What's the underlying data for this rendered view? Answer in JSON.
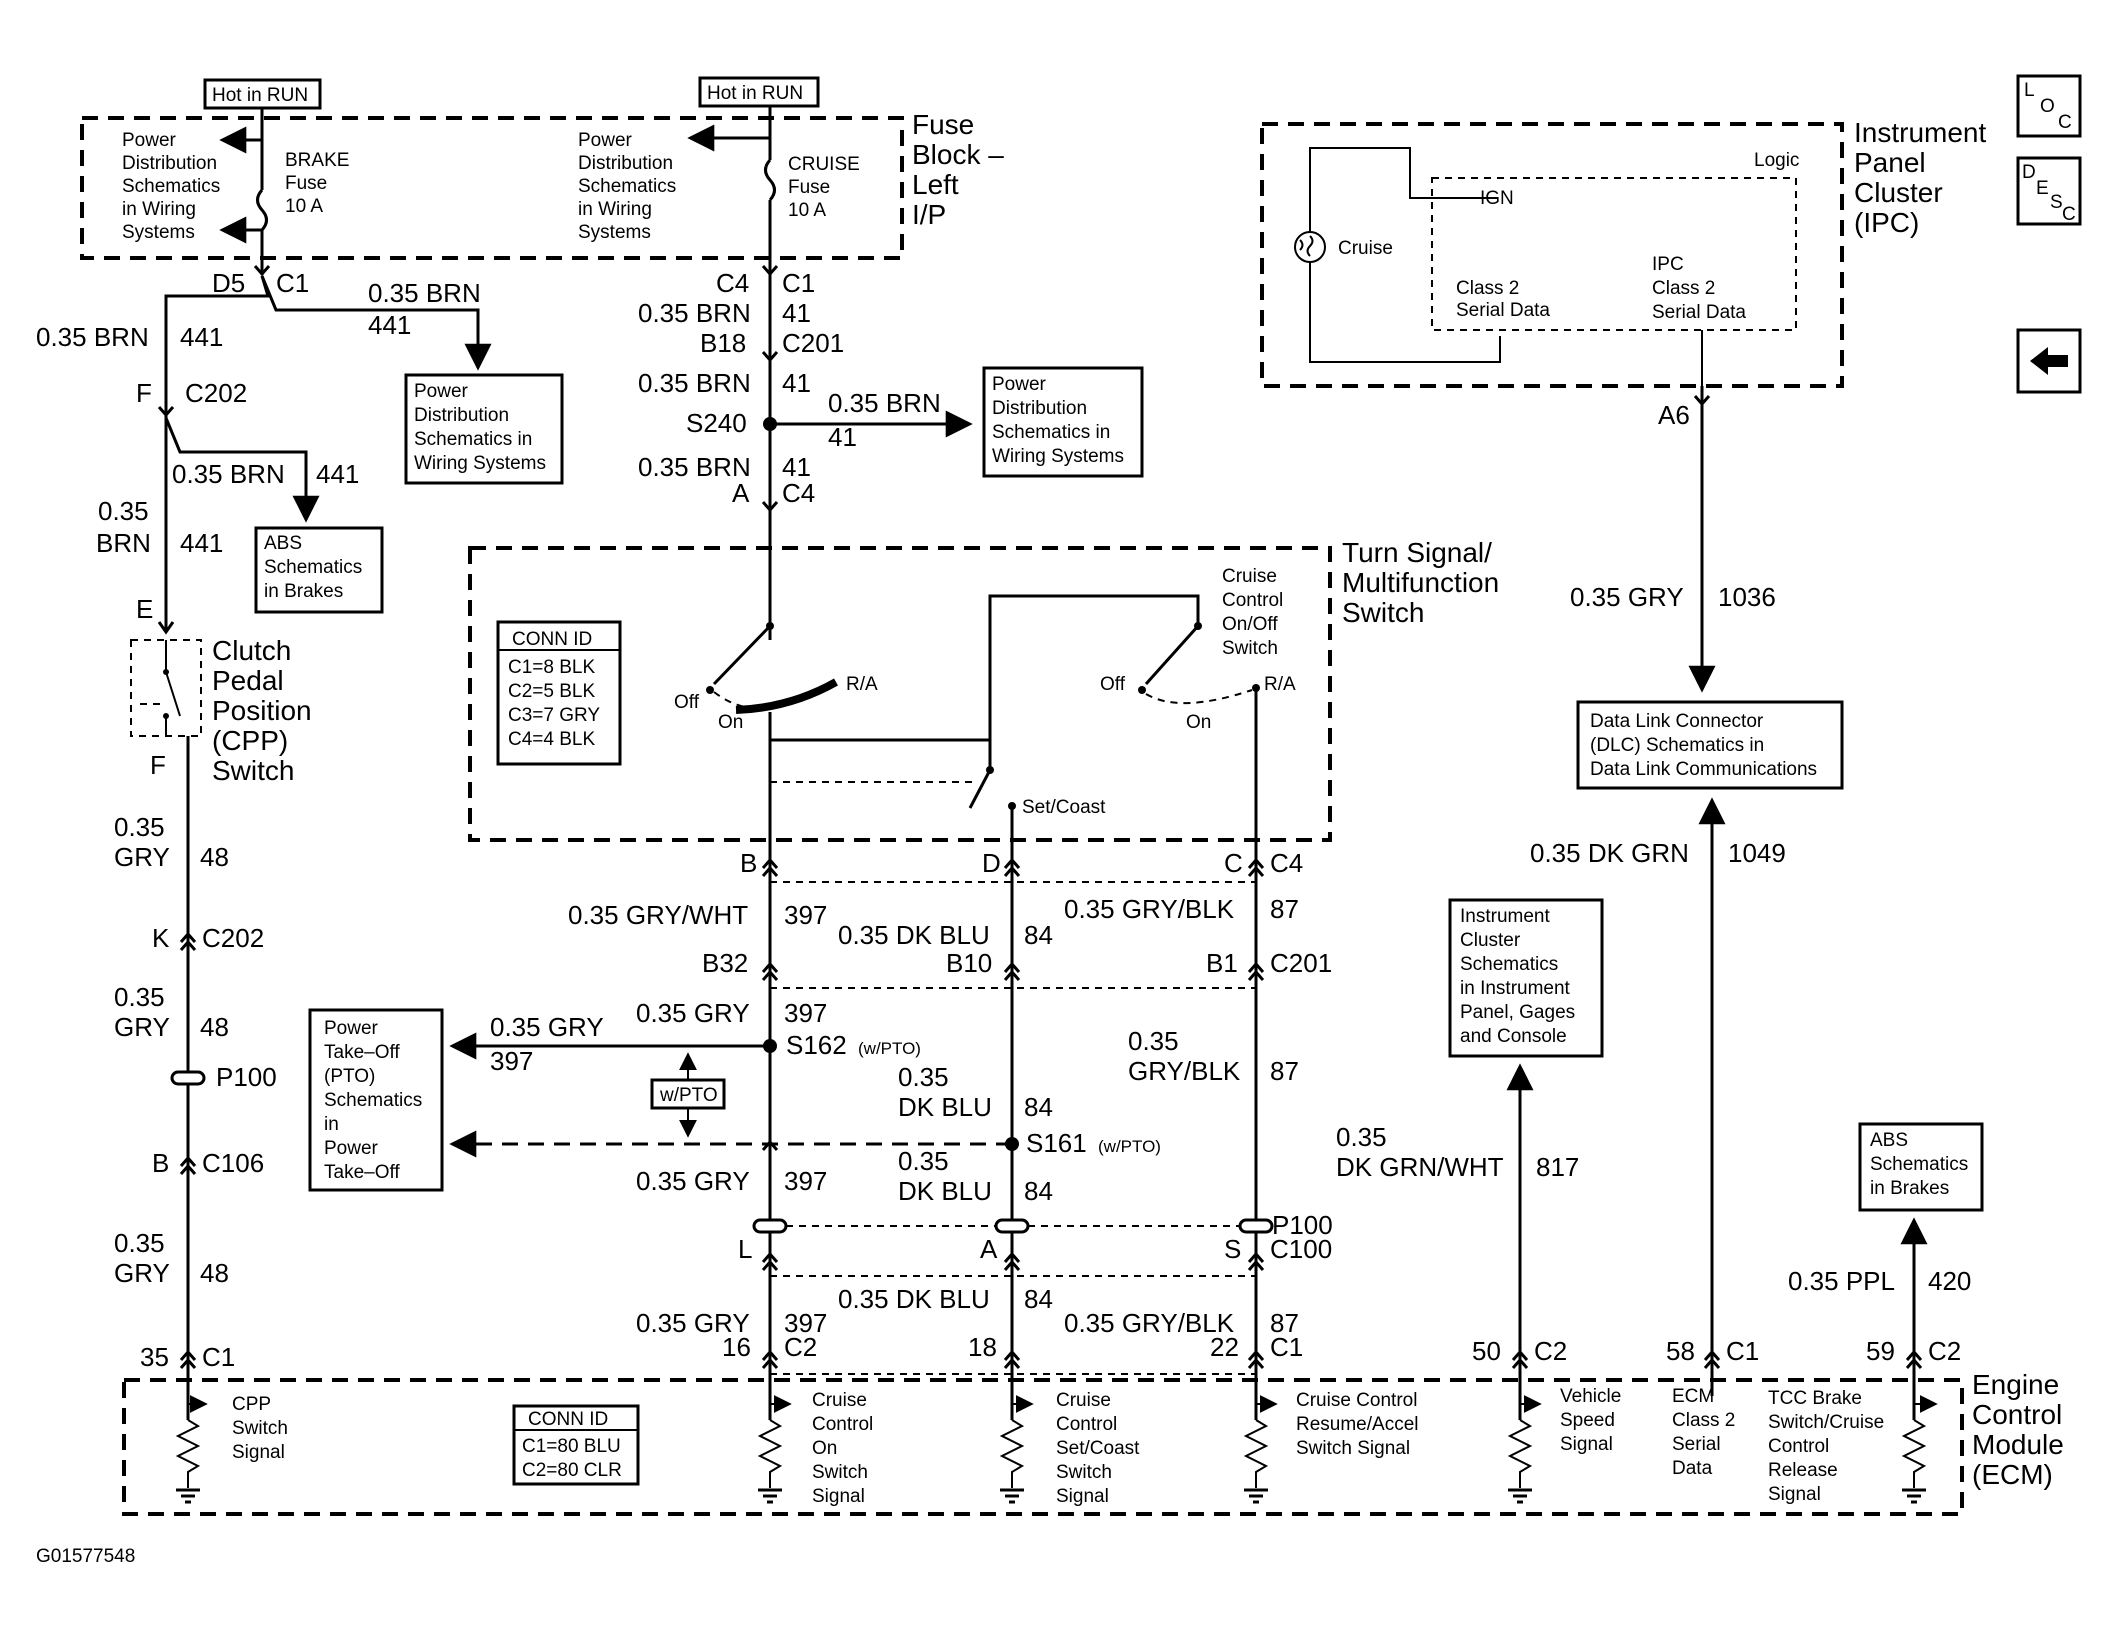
{
  "fuse_block": {
    "hot1": "Hot in RUN",
    "hot2": "Hot in RUN",
    "pd_line1": "Power",
    "pd_line2": "Distribution",
    "pd_line3": "Schematics",
    "pd_line4": "in Wiring",
    "pd_line5": "Systems",
    "brake_fuse_1": "BRAKE",
    "brake_fuse_2": "Fuse",
    "brake_fuse_3": "10 A",
    "cruise_fuse_1": "CRUISE",
    "cruise_fuse_2": "Fuse",
    "cruise_fuse_3": "10 A",
    "title_1": "Fuse",
    "title_2": "Block –",
    "title_3": "Left",
    "title_4": "I/P"
  },
  "left_branch": {
    "d5": "D5",
    "c1": "C1",
    "w_brn_top": "0.35 BRN",
    "w_441_top": "441",
    "w_brn_left": "0.35 BRN",
    "w_441_left": "441",
    "pd_box": [
      "Power",
      "Distribution",
      "Schematics in",
      "Wiring Systems"
    ],
    "f": "F",
    "c202": "C202",
    "w_brn_mid": "0.35 BRN",
    "w_441_mid": "441",
    "abs_box": [
      "ABS",
      "Schematics",
      "in Brakes"
    ],
    "w_brn_a": "0.35",
    "w_brn_b": "BRN",
    "w_441_low": "441",
    "e": "E",
    "cpp_1": "Clutch",
    "cpp_2": "Pedal",
    "cpp_3": "Position",
    "cpp_4": "(CPP)",
    "cpp_5": "Switch",
    "f2": "F",
    "gry1a": "0.35",
    "gry1b": "GRY",
    "n48a": "48",
    "k": "K",
    "c202b": "C202",
    "gry2a": "0.35",
    "gry2b": "GRY",
    "n48b": "48",
    "p100": "P100",
    "b": "B",
    "c106": "C106",
    "gry3a": "0.35",
    "gry3b": "GRY",
    "n48c": "48",
    "pin35": "35",
    "c1b": "C1"
  },
  "cruise_feed": {
    "c4": "C4",
    "c1": "C1",
    "brn1": "0.35 BRN",
    "n41a": "41",
    "b18": "B18",
    "c201": "C201",
    "brn2": "0.35 BRN",
    "n41b": "41",
    "s240": "S240",
    "brn_right": "0.35 BRN",
    "n41_right": "41",
    "pd_box": [
      "Power",
      "Distribution",
      "Schematics in",
      "Wiring Systems"
    ],
    "brn3": "0.35 BRN",
    "n41c": "41",
    "a": "A",
    "c4b": "C4"
  },
  "turn_switch": {
    "title_1": "Turn Signal/",
    "title_2": "Multifunction",
    "title_3": "Switch",
    "conn_id": "CONN ID",
    "conn_rows": [
      "C1=8 BLK",
      "C2=5 BLK",
      "C3=7 GRY",
      "C4=4 BLK"
    ],
    "off1": "Off",
    "on1": "On",
    "ra1": "R/A",
    "cruise_sw": [
      "Cruise",
      "Control",
      "On/Off",
      "Switch"
    ],
    "off2": "Off",
    "on2": "On",
    "ra2": "R/A",
    "set_coast": "Set/Coast",
    "pin_b": "B",
    "pin_d": "D",
    "pin_c": "C",
    "c4": "C4"
  },
  "mid_wires": {
    "gw1": "0.35 GRY/WHT",
    "n397a": "397",
    "db1": "0.35 DK BLU",
    "n84a": "84",
    "gb1": "0.35 GRY/BLK",
    "n87a": "87",
    "b32": "B32",
    "b10": "B10",
    "b1": "B1",
    "c201": "C201",
    "pto_box": [
      "Power",
      "Take–Off",
      "(PTO)",
      "Schematics",
      "in",
      "Power",
      "Take–Off"
    ],
    "gry_pto": "0.35 GRY",
    "n397_pto": "397",
    "gry2": "0.35 GRY",
    "n397b": "397",
    "s162": "S162",
    "wpto_small": "(w/PTO)",
    "wpto_box": "w/PTO",
    "db2a": "0.35",
    "db2b": "DK BLU",
    "n84b": "84",
    "s161": "S161",
    "gb2a": "0.35",
    "gb2b": "GRY/BLK",
    "n87b": "87",
    "db3a": "0.35",
    "db3b": "DK BLU",
    "n84c": "84",
    "gry3": "0.35 GRY",
    "n397c": "397",
    "p100": "P100",
    "l": "L",
    "a": "A",
    "s": "S",
    "c100": "C100",
    "gry4": "0.35 GRY",
    "n397d": "397",
    "db4": "0.35 DK BLU",
    "n84d": "84",
    "gb4": "0.35 GRY/BLK",
    "n87d": "87",
    "pin16": "16",
    "c2a": "C2",
    "pin18": "18",
    "pin22": "22",
    "c1a": "C1"
  },
  "ipc": {
    "title_1": "Instrument",
    "title_2": "Panel",
    "title_3": "Cluster",
    "title_4": "(IPC)",
    "logic": "Logic",
    "ign": "IGN",
    "cruise": "Cruise",
    "class2_a": "Class 2",
    "serial_a": "Serial Data",
    "ipc_b": "IPC",
    "class2_b": "Class 2",
    "serial_b": "Serial Data",
    "a6": "A6",
    "gry": "0.35 GRY",
    "n1036": "1036",
    "dlc_box": [
      "Data Link Connector",
      "(DLC) Schematics in",
      "Data Link Communications"
    ],
    "dkgrn": "0.35 DK GRN",
    "n1049": "1049",
    "ic_box": [
      "Instrument",
      "Cluster",
      "Schematics",
      "in Instrument",
      "Panel, Gages",
      "and Console"
    ],
    "dgw_a": "0.35",
    "dgw_b": "DK GRN/WHT",
    "n817": "817",
    "abs_box": [
      "ABS",
      "Schematics",
      "in Brakes"
    ],
    "ppl": "0.35 PPL",
    "n420": "420",
    "pin50": "50",
    "c2b": "C2",
    "pin58": "58",
    "c1c": "C1",
    "pin59": "59",
    "c2c": "C2"
  },
  "ecm": {
    "title_1": "Engine",
    "title_2": "Control",
    "title_3": "Module",
    "title_4": "(ECM)",
    "conn_id": "CONN ID",
    "conn_rows": [
      "C1=80 BLU",
      "C2=80 CLR"
    ],
    "sig_cpp": [
      "CPP",
      "Switch",
      "Signal"
    ],
    "sig_on": [
      "Cruise",
      "Control",
      "On",
      "Switch",
      "Signal"
    ],
    "sig_set": [
      "Cruise",
      "Control",
      "Set/Coast",
      "Switch",
      "Signal"
    ],
    "sig_res": [
      "Cruise Control",
      "Resume/Accel",
      "Switch Signal"
    ],
    "sig_vss": [
      "Vehicle",
      "Speed",
      "Signal"
    ],
    "sig_class2": [
      "ECM",
      "Class 2",
      "Serial",
      "Data"
    ],
    "sig_tcc": [
      "TCC Brake",
      "Switch/Cruise",
      "Control",
      "Release",
      "Signal"
    ]
  },
  "nav": {
    "loc": [
      "L",
      "O",
      "C"
    ],
    "desc": [
      "D",
      "E",
      "S",
      "C"
    ],
    "back_icon": "arrow-left-icon"
  },
  "figure_id": "G01577548"
}
